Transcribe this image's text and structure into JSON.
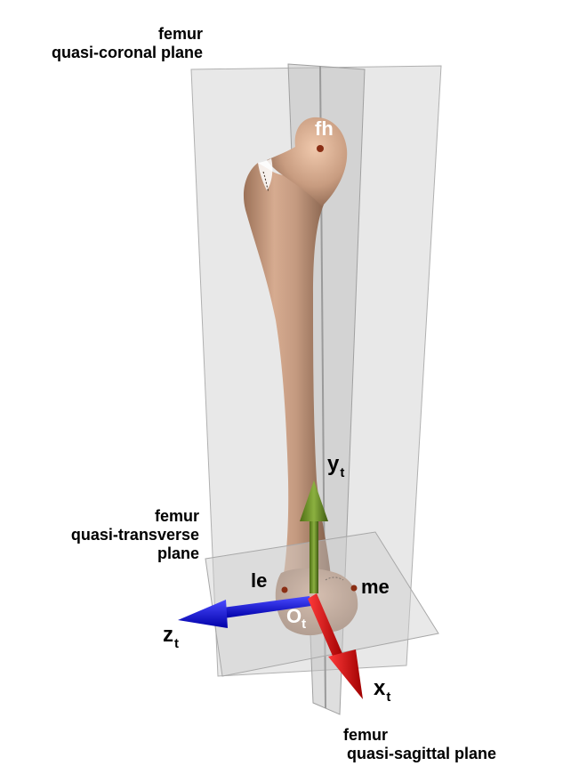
{
  "labels": {
    "coronal": [
      "femur",
      "quasi-coronal plane"
    ],
    "transverse": [
      "femur",
      "quasi-transverse",
      "plane"
    ],
    "sagittal": [
      "femur",
      "quasi-sagittal plane"
    ]
  },
  "points": {
    "fh": "fh",
    "le": "le",
    "me": "me",
    "origin": "O",
    "origin_sub": "t"
  },
  "axes": {
    "x": {
      "label": "x",
      "sub": "t",
      "color": "#e00000"
    },
    "y": {
      "label": "y",
      "sub": "t",
      "color": "#5a7f1c"
    },
    "z": {
      "label": "z",
      "sub": "t",
      "color": "#0000ff"
    }
  },
  "colors": {
    "bone": "#c49a80",
    "plane": "#d9d9d9",
    "landmark": "#8a2e14"
  }
}
